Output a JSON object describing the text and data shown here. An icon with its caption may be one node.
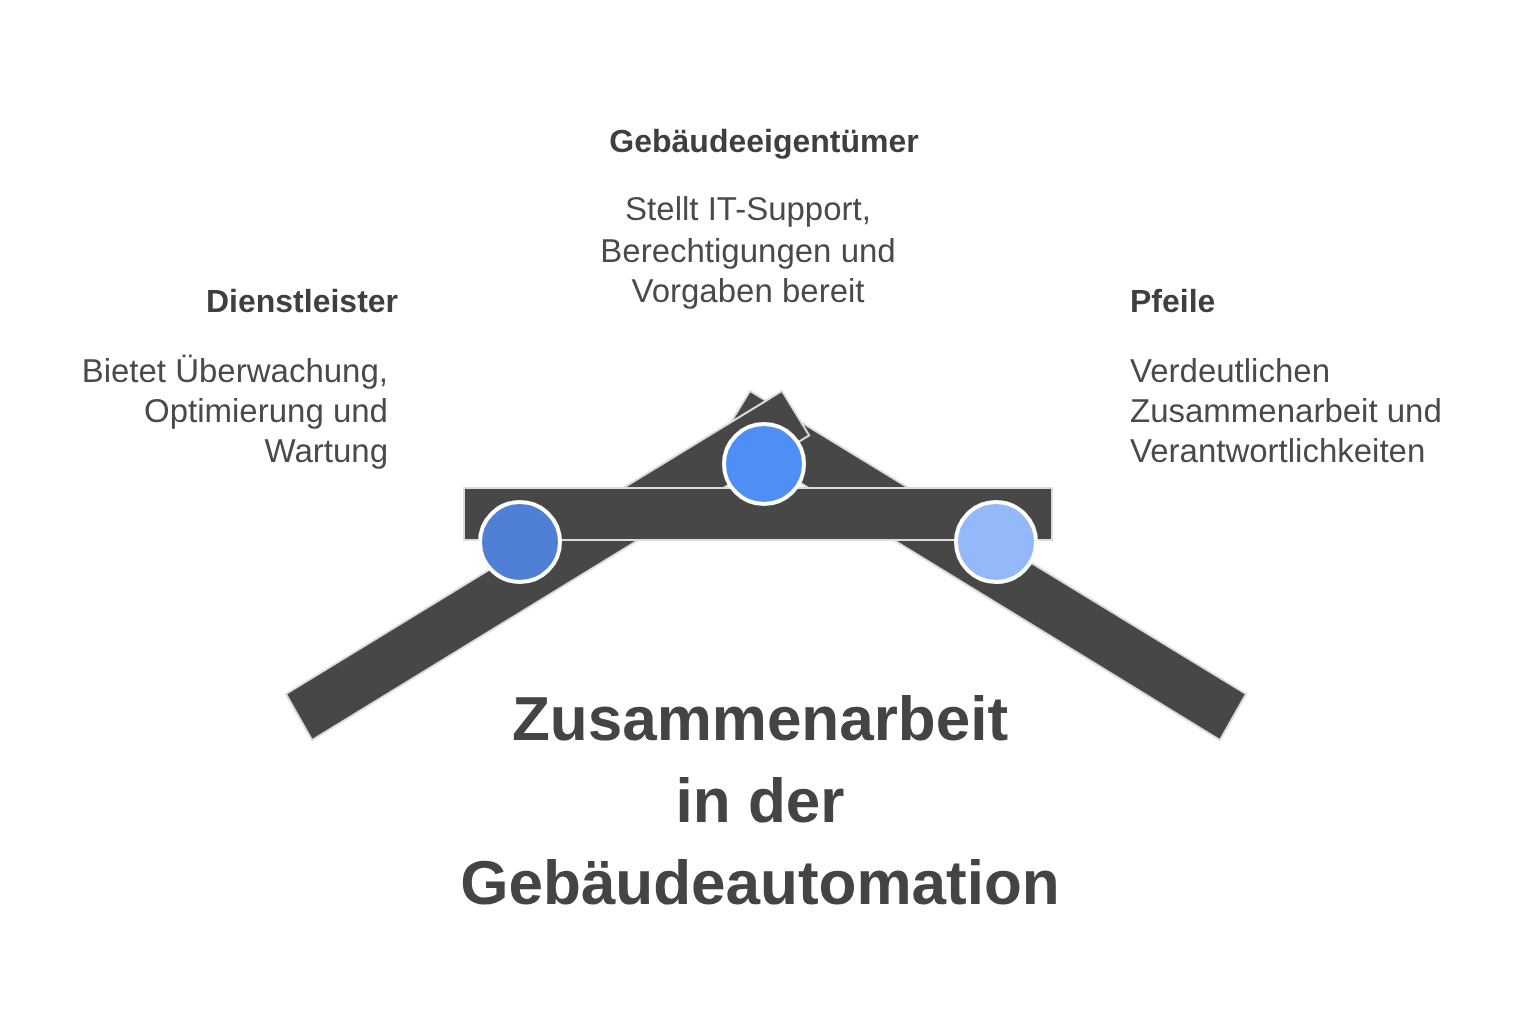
{
  "diagram": {
    "title": "Zusammenarbeit in der Gebäudeautomation",
    "nodes": [
      {
        "text": [],
        "shape": "circle",
        "beside": [
          "Dienstleister",
          "Bietet Überwachung, Optimierung und Wartung"
        ]
      },
      {
        "text": [],
        "shape": "circle",
        "beside": [
          "Gebäudeeigentümer",
          "Stellt IT-Support, Berechtigungen und Vorgaben bereit"
        ]
      },
      {
        "text": [],
        "shape": "circle",
        "beside": [
          "Pfeile",
          "Verdeutlichen Zusammenarbeit und Verantwortlichkeiten"
        ]
      }
    ]
  }
}
